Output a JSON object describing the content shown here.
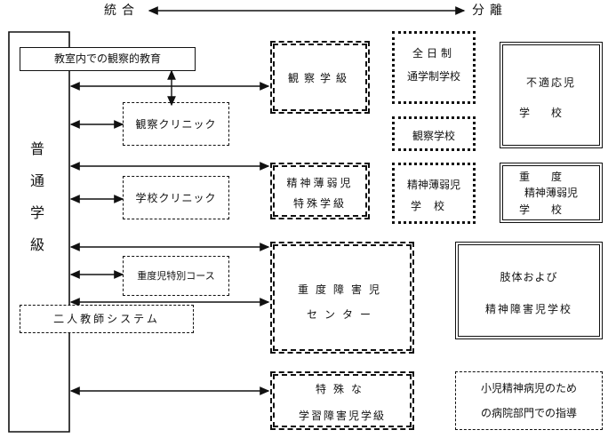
{
  "header": {
    "left_label": "統合",
    "right_label": "分離"
  },
  "left": {
    "main_column_chars": [
      "普",
      "通",
      "学",
      "級"
    ],
    "top_box": "教室内での観察的教育",
    "bottom_box": "二人教師システム"
  },
  "clinics": {
    "observation": "観察クリニック",
    "school": "学校クリニック",
    "severe_course": "重度児特別コース"
  },
  "middle": {
    "observation_class": "観察学級",
    "mr_class_line1": "精神薄弱児",
    "mr_class_line2": "特殊学級",
    "severe_center_line1": "重度障害児",
    "severe_center_line2": "センター",
    "ld_class_line1": "特殊な",
    "ld_class_line2": "学習障害児学級"
  },
  "right_inner": {
    "fulltime_line1": "全日制",
    "fulltime_line2": "通学制学校",
    "observation_school": "観察学校",
    "mr_school_line1": "精神薄弱児",
    "mr_school_line2": "学校"
  },
  "right_outer": {
    "maladjusted_line1": "不適応児",
    "maladjusted_line2": "学校",
    "severe_mr_line1": "重度",
    "severe_mr_line2": "精神薄弱児",
    "severe_mr_line3": "学校",
    "physical_line1": "肢体および",
    "physical_line2": "精神障害児学校",
    "hospital_line1": "小児精神病児のため",
    "hospital_line2": "の病院部門での指導"
  }
}
